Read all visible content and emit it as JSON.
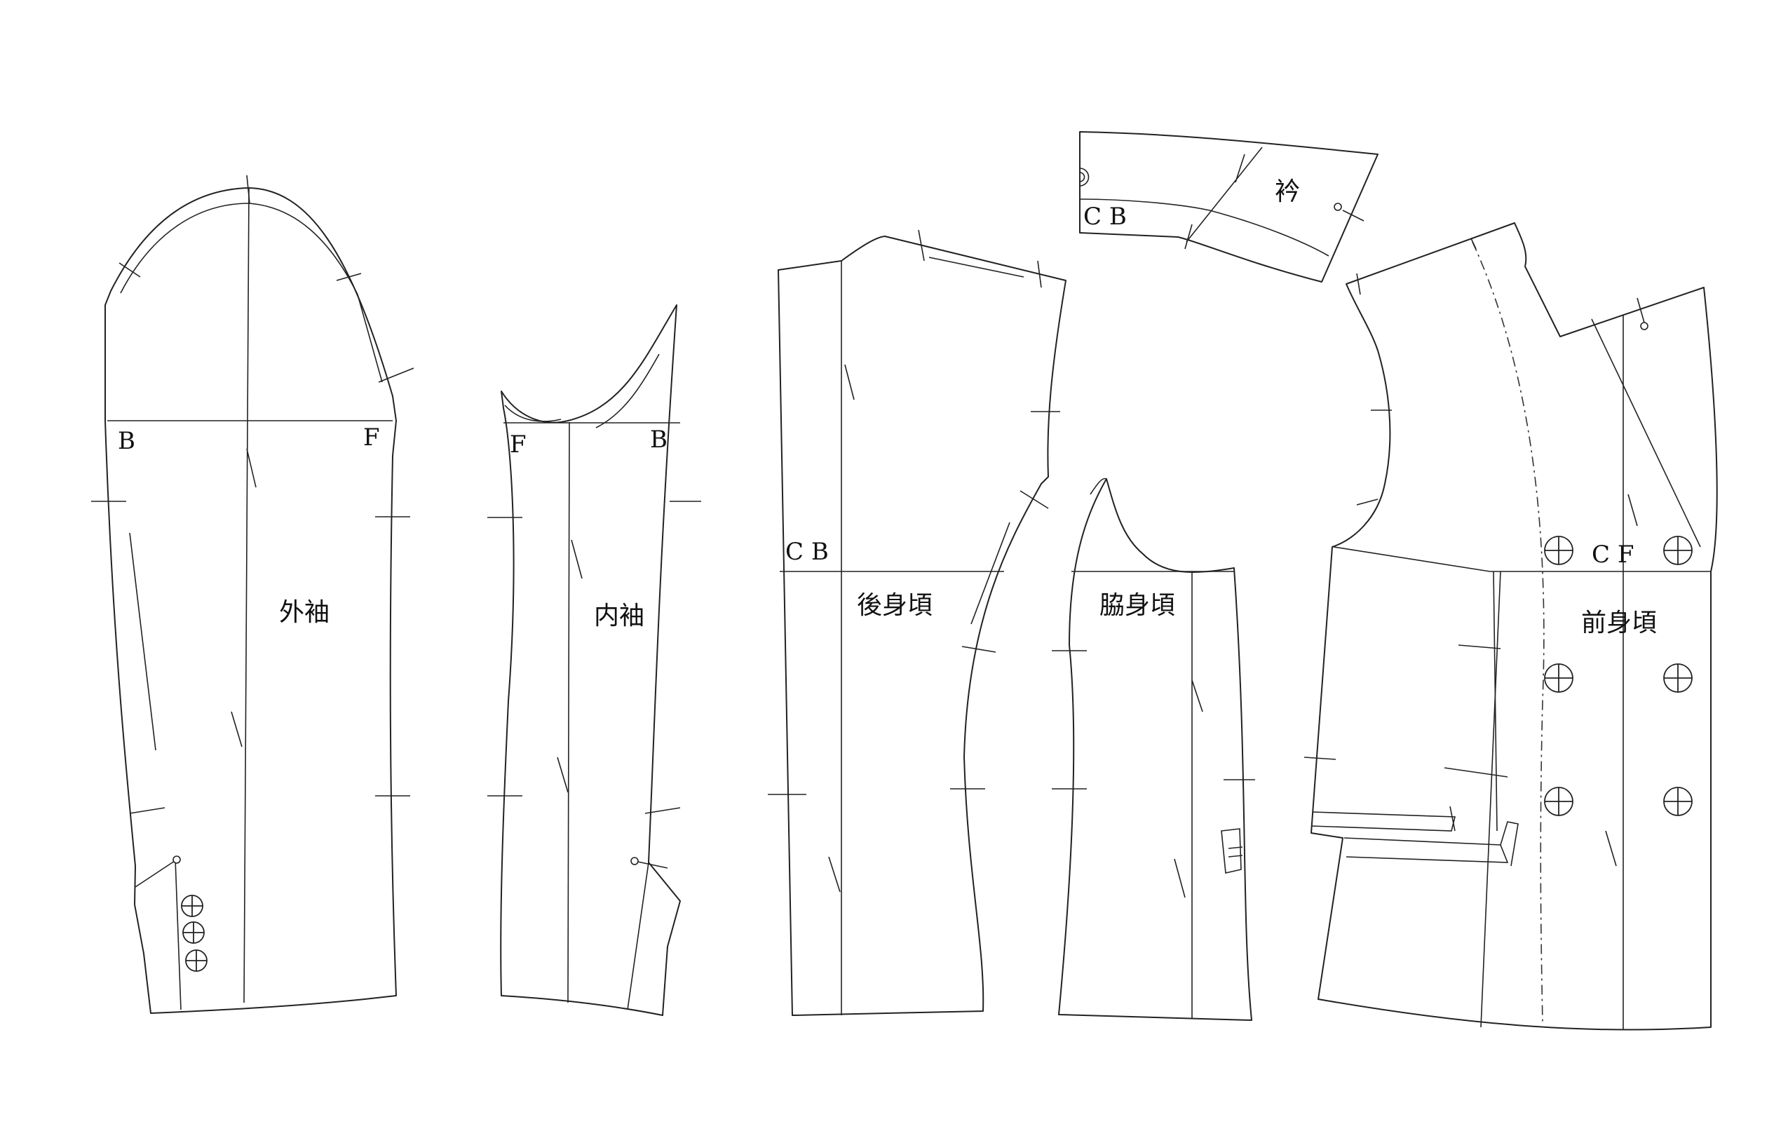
{
  "pieces": {
    "outer_sleeve": {
      "name": "外袖",
      "left_mark": "B",
      "right_mark": "F"
    },
    "inner_sleeve": {
      "name": "内袖",
      "left_mark": "F",
      "right_mark": "B"
    },
    "back_body": {
      "name": "後身頃",
      "mark": "C B"
    },
    "side_body": {
      "name": "脇身頃"
    },
    "collar": {
      "name": "衿",
      "mark": "C B"
    },
    "front_body": {
      "name": "前身頃",
      "mark": "C F"
    }
  }
}
